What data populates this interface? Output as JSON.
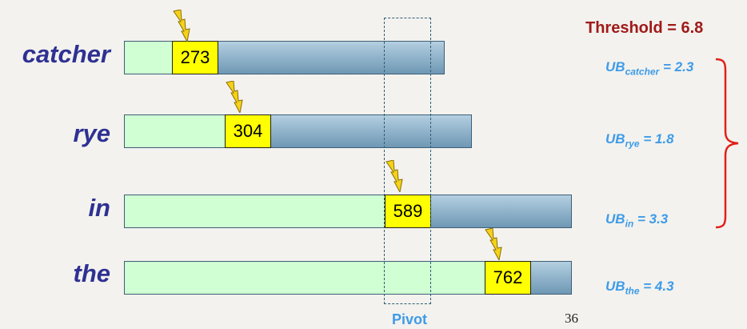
{
  "threshold": {
    "label": "Threshold = 6.8"
  },
  "pivot": {
    "label": "Pivot"
  },
  "page_number": "36",
  "colors": {
    "term": "#2e3192",
    "seen": "#cfffd3",
    "cursor": "#ffff00",
    "list": "#8cb0c8",
    "threshold": "#a01a1a",
    "ub": "#3e9be8",
    "brace": "#e0201a"
  },
  "lists": [
    {
      "term": "catcher",
      "cursor_doc": "273",
      "ub_prefix": "UB",
      "ub_sub": "catcher",
      "ub_value": " = 2.3"
    },
    {
      "term": "rye",
      "cursor_doc": "304",
      "ub_prefix": "UB",
      "ub_sub": "rye",
      "ub_value": " = 1.8"
    },
    {
      "term": "in",
      "cursor_doc": "589",
      "ub_prefix": "UB",
      "ub_sub": "in",
      "ub_value": " = 3.3"
    },
    {
      "term": "the",
      "cursor_doc": "762",
      "ub_prefix": "UB",
      "ub_sub": "the",
      "ub_value": " = 4.3"
    }
  ],
  "icons": [
    "lightning-icon",
    "brace-icon"
  ]
}
